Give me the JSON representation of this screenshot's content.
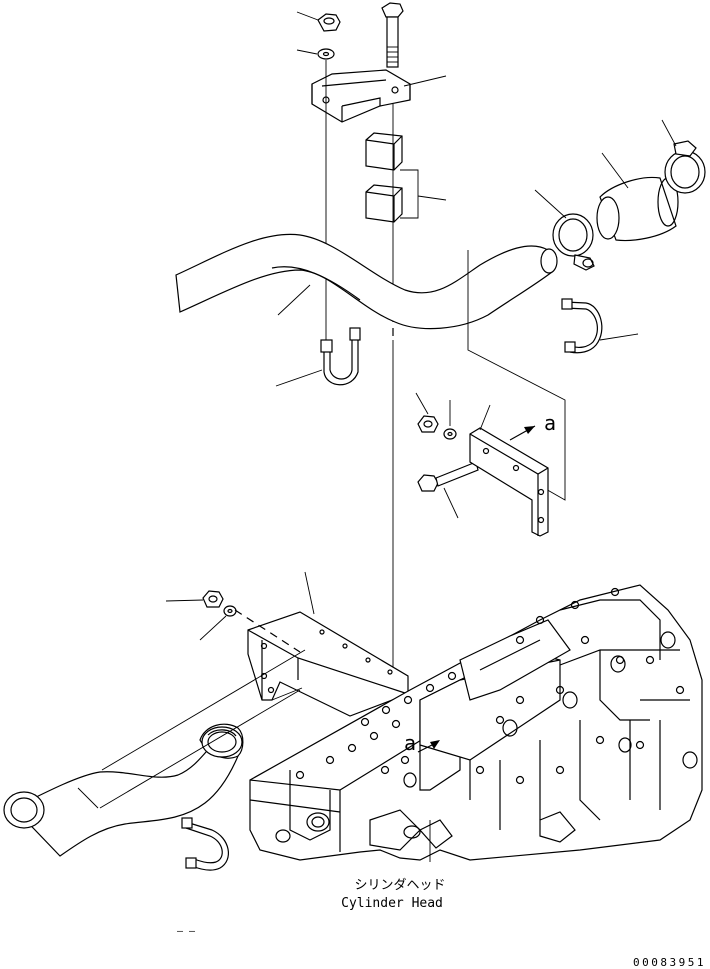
{
  "caption": {
    "label_jp": "シリンダヘッド",
    "label_en": "Cylinder Head"
  },
  "view_marks": {
    "upper": "a",
    "lower": "a"
  },
  "drawing_number": "00083951",
  "small_mark": "– —"
}
